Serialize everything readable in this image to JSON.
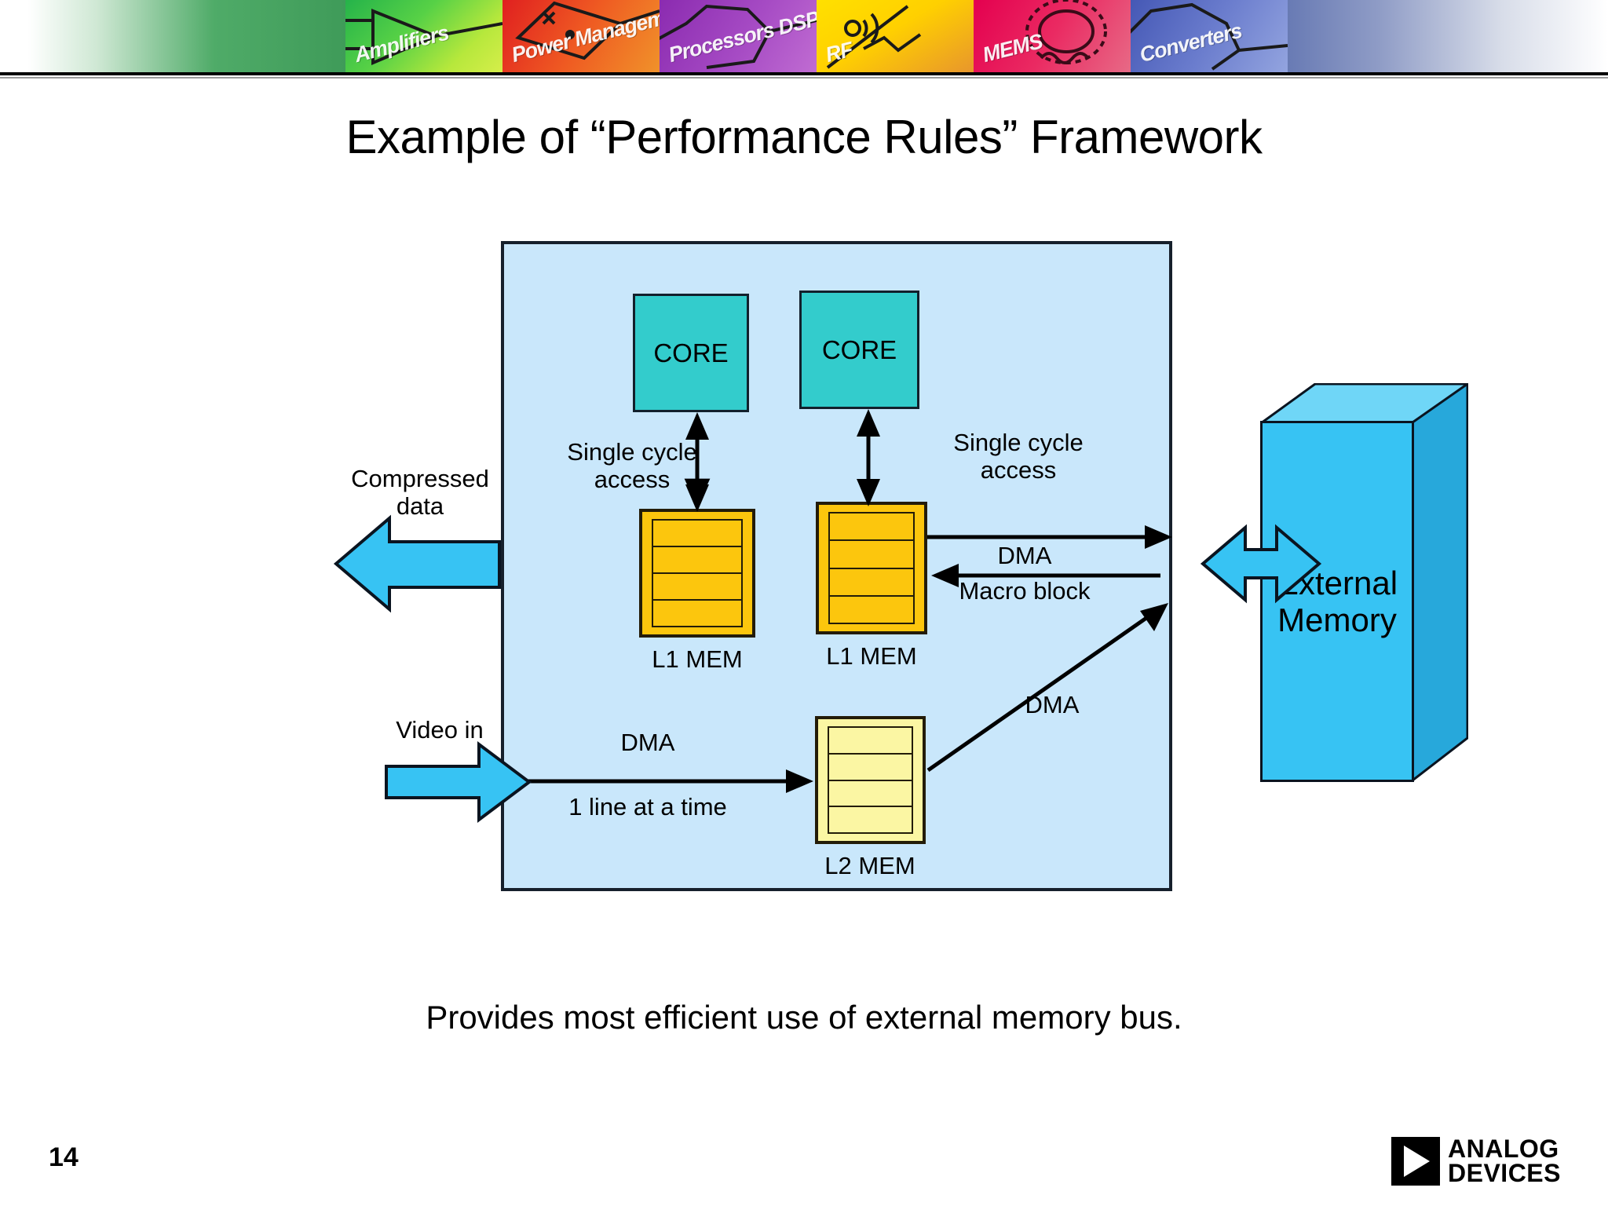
{
  "banner": {
    "tiles": [
      {
        "label": "Amplifiers",
        "color": "#57d146"
      },
      {
        "label": "Power Management",
        "color": "#ef5a22"
      },
      {
        "label": "Processors DSP",
        "color": "#a64bc4"
      },
      {
        "label": "RF",
        "color": "#ffd000"
      },
      {
        "label": "MEMS",
        "color": "#ea2a62"
      },
      {
        "label": "Converters",
        "color": "#6a7ccd"
      }
    ]
  },
  "title": "Example of “Performance Rules” Framework",
  "diagram": {
    "soc": {
      "cores": [
        {
          "label": "CORE"
        },
        {
          "label": "CORE"
        }
      ],
      "memories": [
        {
          "label": "L1 MEM",
          "kind": "l1",
          "rows": 4
        },
        {
          "label": "L1 MEM",
          "kind": "l1",
          "rows": 4
        },
        {
          "label": "L2 MEM",
          "kind": "l2",
          "rows": 4
        }
      ],
      "annotations": {
        "single_cycle_left": "Single cycle\naccess",
        "single_cycle_right": "Single cycle\naccess",
        "dma_write": "DMA",
        "macro_block": "Macro block",
        "dma_l2_to_ext": "DMA",
        "dma_video": "DMA",
        "one_line_at_a_time": "1 line at a time"
      }
    },
    "external": {
      "compressed_data": "Compressed\ndata",
      "video_in": "Video in",
      "external_memory": "External\nMemory"
    },
    "colors": {
      "soc_fill": "#c9e7fb",
      "core_fill": "#33cccc",
      "l1_fill": "#fcc60d",
      "l2_fill": "#fbf6a3",
      "extmem_fill": "#37c3f3",
      "arrow_fill": "#37c3f3",
      "outline": "#12202c"
    }
  },
  "caption": "Provides most efficient use of external memory bus.",
  "footer": {
    "page_number": "14",
    "logo_line1": "ANALOG",
    "logo_line2": "DEVICES"
  }
}
